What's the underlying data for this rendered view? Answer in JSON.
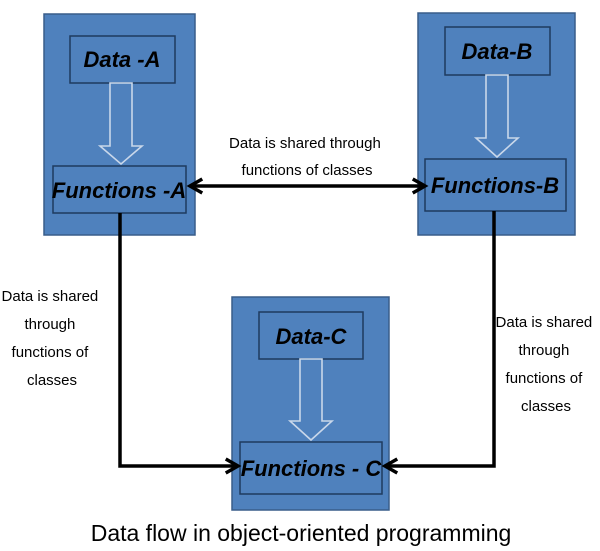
{
  "nodes": {
    "a": {
      "data_label": "Data -A",
      "functions_label": "Functions -A"
    },
    "b": {
      "data_label": "Data-B",
      "functions_label": "Functions-B"
    },
    "c": {
      "data_label": "Data-C",
      "functions_label": "Functions - C"
    }
  },
  "edges": {
    "top_label": [
      "Data is shared through",
      "functions of classes"
    ],
    "left_label": [
      "Data is shared",
      "through",
      "functions of",
      "classes"
    ],
    "right_label": [
      "Data is shared",
      "through",
      "functions of",
      "classes"
    ]
  },
  "caption": "Data flow in object-oriented programming",
  "colors": {
    "box_fill": "#4f81bd",
    "box_border": "#385d8a",
    "inner_border": "#1f3b5f",
    "arrow": "#000000"
  }
}
